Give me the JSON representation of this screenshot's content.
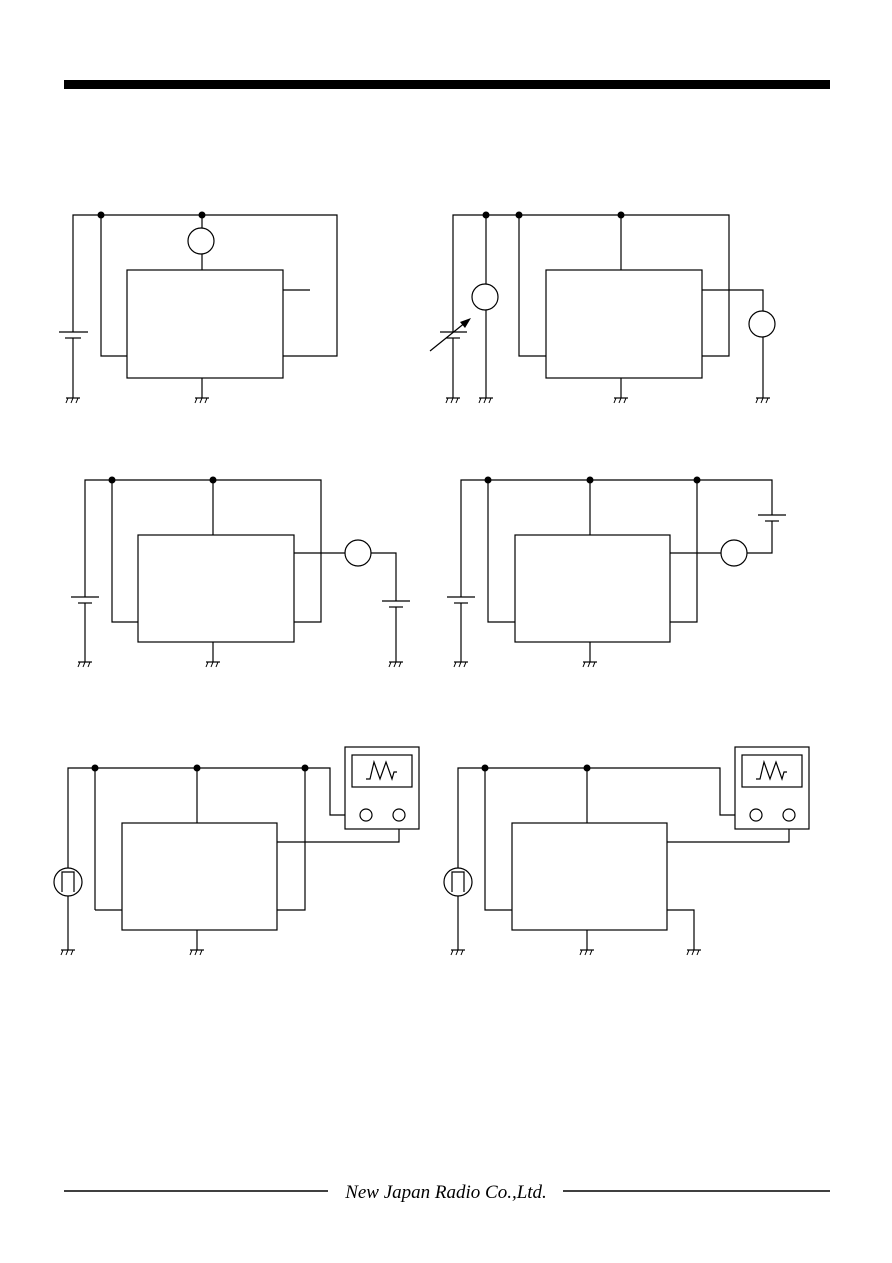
{
  "header": {
    "rule_color": "#000000"
  },
  "footer": {
    "company": "New Japan Radio Co.,Ltd."
  },
  "circuits": [
    {
      "id": "circuit-1",
      "meter": "",
      "source": "battery"
    },
    {
      "id": "circuit-2",
      "meter": "",
      "source": "variable-supply"
    },
    {
      "id": "circuit-3",
      "meter": "",
      "source": "battery"
    },
    {
      "id": "circuit-4",
      "meter": "",
      "source": "battery"
    },
    {
      "id": "circuit-5",
      "instrument": "oscilloscope-icon",
      "source": "pulse-generator-icon"
    },
    {
      "id": "circuit-6",
      "instrument": "oscilloscope-icon",
      "source": "pulse-generator-icon"
    }
  ]
}
